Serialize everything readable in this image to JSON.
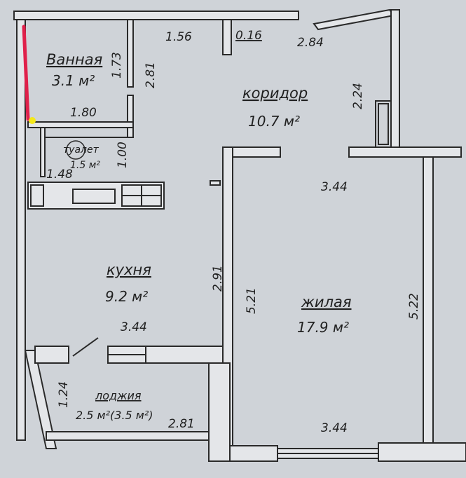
{
  "rooms": {
    "bath": {
      "name": "Ванная",
      "area": "3.1 м²"
    },
    "toilet": {
      "name": "туалет",
      "area": "1.5 м²"
    },
    "corridor": {
      "name": "коридор",
      "area": "10.7 м²"
    },
    "kitchen": {
      "name": "кухня",
      "area": "9.2 м²"
    },
    "living": {
      "name": "жилая",
      "area": "17.9 м²"
    },
    "loggia": {
      "name": "лоджия",
      "area": "2.5 м²(3.5 м²)"
    }
  },
  "dimensions": {
    "d1_56": "1.56",
    "d0_16": "0.16",
    "d2_84": "2.84",
    "d1_73": "1.73",
    "d2_81_bath": "2.81",
    "d1_80": "1.80",
    "d2_24": "2.24",
    "d1_00": "1.00",
    "d1_48": "1.48",
    "d3_44_corridor": "3.44",
    "d2_91": "2.91",
    "d5_21": "5.21",
    "d5_22": "5.22",
    "d3_44_kitchen": "3.44",
    "d1_24": "1.24",
    "d2_81_loggia": "2.81",
    "d3_44_living": "3.44"
  },
  "highlight": {
    "marker_color": "#e0204a",
    "point_color": "#f4e81a"
  }
}
